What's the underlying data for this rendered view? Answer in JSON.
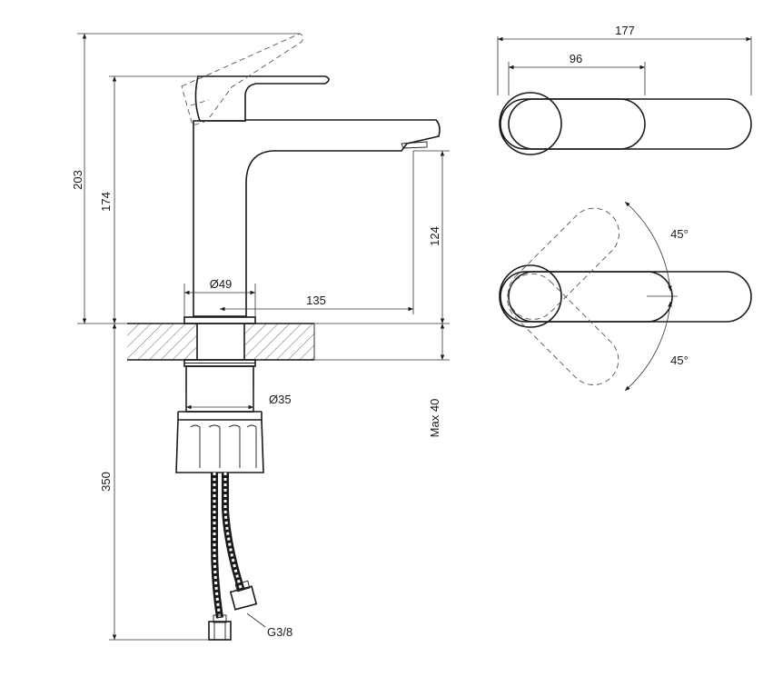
{
  "dimensions": {
    "total_height": "203",
    "spout_height": "174",
    "outlet_height": "124",
    "base_diameter": "Ø49",
    "reach": "135",
    "shank_diameter": "Ø35",
    "max_thickness": "Max 40",
    "hose_length": "350",
    "connection_thread": "G3/8",
    "top_total_length": "177",
    "top_lever_length": "96",
    "angle_upper": "45°",
    "angle_lower": "45°"
  },
  "colors": {
    "line": "#1a1a1a",
    "dashed": "#555555",
    "hatch": "#444444",
    "background": "#ffffff"
  }
}
